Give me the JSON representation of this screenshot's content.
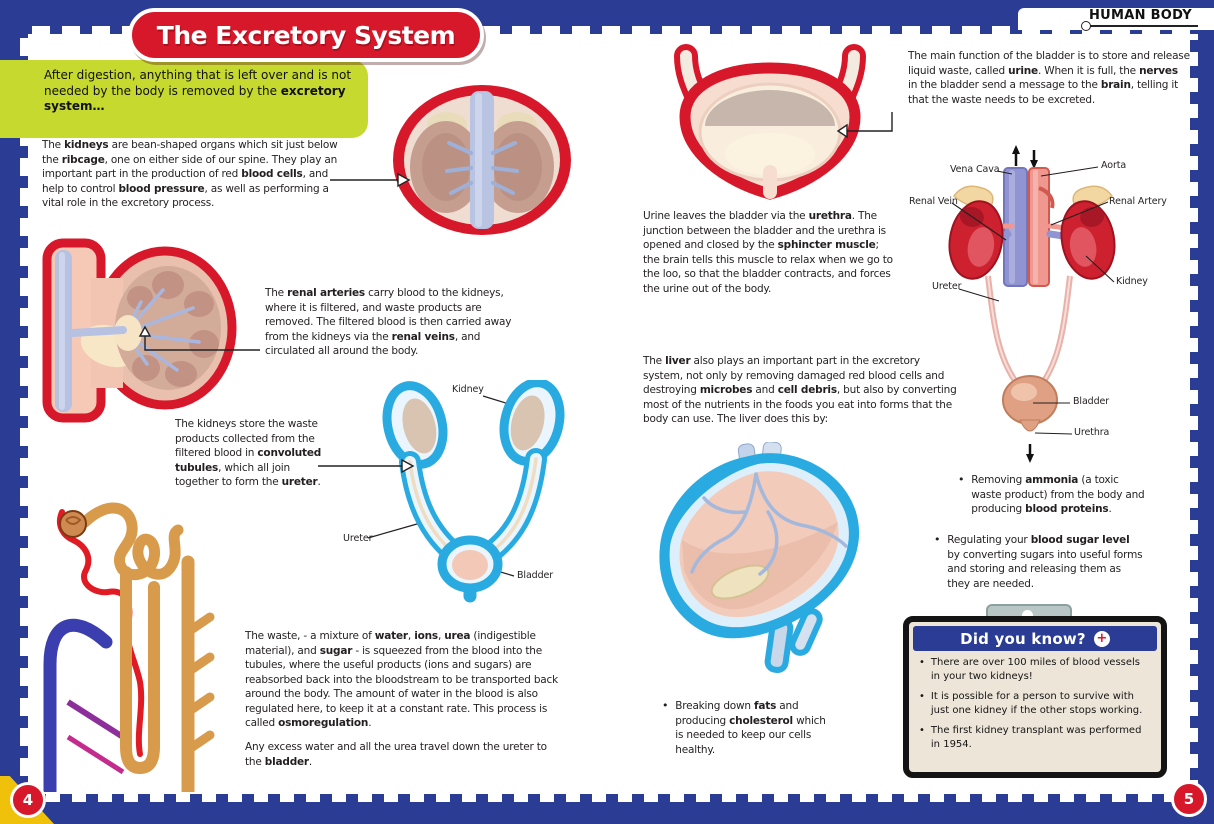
{
  "page": {
    "header_title": "The Excretory System",
    "corner_tag": "HUMAN BODY",
    "page_number_left": "4",
    "page_number_right": "5"
  },
  "intro": {
    "text": "After digestion, anything that is left over and is not needed by the body is removed by the **excretory system…**"
  },
  "left_column": {
    "kidneys_paragraph": "The **kidneys** are bean-shaped organs which sit just below the **ribcage**, one on either side of our spine. They play an important part in the production of red **blood cells**, and help to control **blood pressure**, as well as performing a vital role in the excretory process.",
    "renal_arteries_paragraph": "The **renal arteries** carry blood to the kidneys, where it is filtered, and waste products are removed.  The filtered blood is then carried away from the kidneys via the **renal veins**, and circulated all around the body.",
    "tubules_paragraph": "The kidneys store the waste products collected from the filtered blood in **convoluted tubules**, which all join together to form the **ureter**.",
    "waste_paragraph": "The waste, - a mixture of **water**, **ions**, **urea** (indigestible material), and **sugar** - is squeezed from the blood into the tubules, where the useful products (ions and sugars) are reabsorbed back into the bloodstream to be transported back around the body.  The amount of water in the blood is also regulated here, to keep it at a constant rate.  This process is called **osmoregulation**.",
    "excess_paragraph": "Any excess water and all the urea travel down the ureter to the **bladder**."
  },
  "right_column": {
    "bladder_function_paragraph": "The main function of the bladder is to store and release liquid waste, called **urine**.  When it is full, the **nerves** in the bladder send a message to the **brain**, telling it that the waste needs to be excreted.",
    "urethra_paragraph": "Urine leaves the bladder via the **urethra**. The junction between the bladder and the urethra is opened and closed by the **sphincter muscle**; the brain tells this muscle to relax when we go to the loo, so that the bladder contracts, and forces the urine out of the body.",
    "liver_paragraph": "The **liver** also plays an important part in the excretory system, not only by removing damaged red blood cells and destroying **microbes** and **cell debris**, but also by converting most of the nutrients in the foods you eat into forms that the body can use.  The liver does this by:",
    "liver_bullet_1": "Removing **ammonia** (a toxic waste product) from the body and producing **blood proteins**.",
    "liver_bullet_2": "Regulating your **blood sugar level** by converting sugars into useful forms and storing and releasing them as they are needed.",
    "liver_bullet_3": "Breaking down **fats** and producing **cholesterol** which is needed to keep our cells healthy."
  },
  "ureter_diagram": {
    "label_kidney": "Kidney",
    "label_ureter": "Ureter",
    "label_bladder": "Bladder"
  },
  "urinary_diagram": {
    "label_vena_cava": "Vena Cava",
    "label_aorta": "Aorta",
    "label_renal_vein": "Renal Vein",
    "label_renal_artery": "Renal Artery",
    "label_ureter": "Ureter",
    "label_kidney": "Kidney",
    "label_bladder": "Bladder",
    "label_urethra": "Urethra"
  },
  "did_you_know": {
    "title": "Did you know?",
    "plus_icon": "+",
    "fact_1": "There are over 100 miles of blood vessels in your two kidneys!",
    "fact_2": "It is possible for a person to survive with just one kidney if the other stops working.",
    "fact_3": "The first kidney transplant was performed in 1954."
  },
  "colors": {
    "frame_blue": "#2b3c94",
    "accent_red": "#d7182a",
    "intro_green": "#c6d92f",
    "diagram_cyan": "#29abe2"
  }
}
